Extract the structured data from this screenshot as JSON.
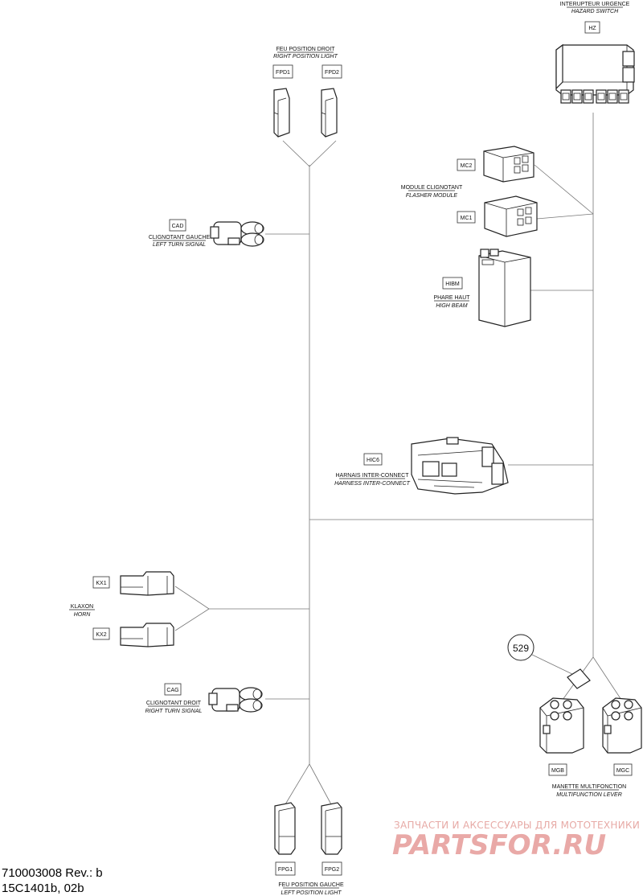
{
  "components": {
    "hazard_switch": {
      "fr": "INTERUPTEUR URGENCE",
      "en": "HAZARD SWITCH",
      "code": "HZ"
    },
    "right_position_light": {
      "fr": "FEU POSITION DROIT",
      "en": "RIGHT POSITION LIGHT",
      "codes": [
        "FPD1",
        "FPD2"
      ]
    },
    "left_turn_signal": {
      "fr": "CLIGNOTANT GAUCHE",
      "en": "LEFT TURN SIGNAL",
      "code": "CAD"
    },
    "flasher_module": {
      "fr": "MODULE CLIGNOTANT",
      "en": "FLASHER MODULE",
      "codes": [
        "MC2",
        "MC1"
      ]
    },
    "high_beam": {
      "fr": "PHARE HAUT",
      "en": "HIGH BEAM",
      "code": "HIBM"
    },
    "harness_interconnect": {
      "fr": "HARNAIS INTER-CONNECT",
      "en": "HARNESS INTER-CONNECT",
      "code": "HIC6"
    },
    "horn": {
      "fr": "KLAXON",
      "en": "HORN",
      "codes": [
        "KX1",
        "KX2"
      ]
    },
    "right_turn_signal": {
      "fr": "CLIGNOTANT DROIT",
      "en": "RIGHT TURN SIGNAL",
      "code": "CAG"
    },
    "multifunction_lever": {
      "fr": "MANETTE MULTIFONCTION",
      "en": "MULTIFUNCTION LEVER",
      "codes": [
        "MGB",
        "MGC"
      ]
    },
    "left_position_light": {
      "fr": "FEU POSITION GAUCHE",
      "en": "LEFT POSITION LIGHT",
      "codes": [
        "FPG1",
        "FPG2"
      ]
    }
  },
  "callout": "529",
  "footer": {
    "line1": "710003008 Rev.: b",
    "line2": "15C1401b, 02b"
  },
  "watermark": {
    "line1": "ЗАПЧАСТИ И АКСЕССУАРЫ ДЛЯ МОТОТЕХНИКИ",
    "line2": "PARTSFOR.RU"
  },
  "colors": {
    "wire": "#777777",
    "outline": "#222222",
    "watermark": "#e9a9a7"
  }
}
